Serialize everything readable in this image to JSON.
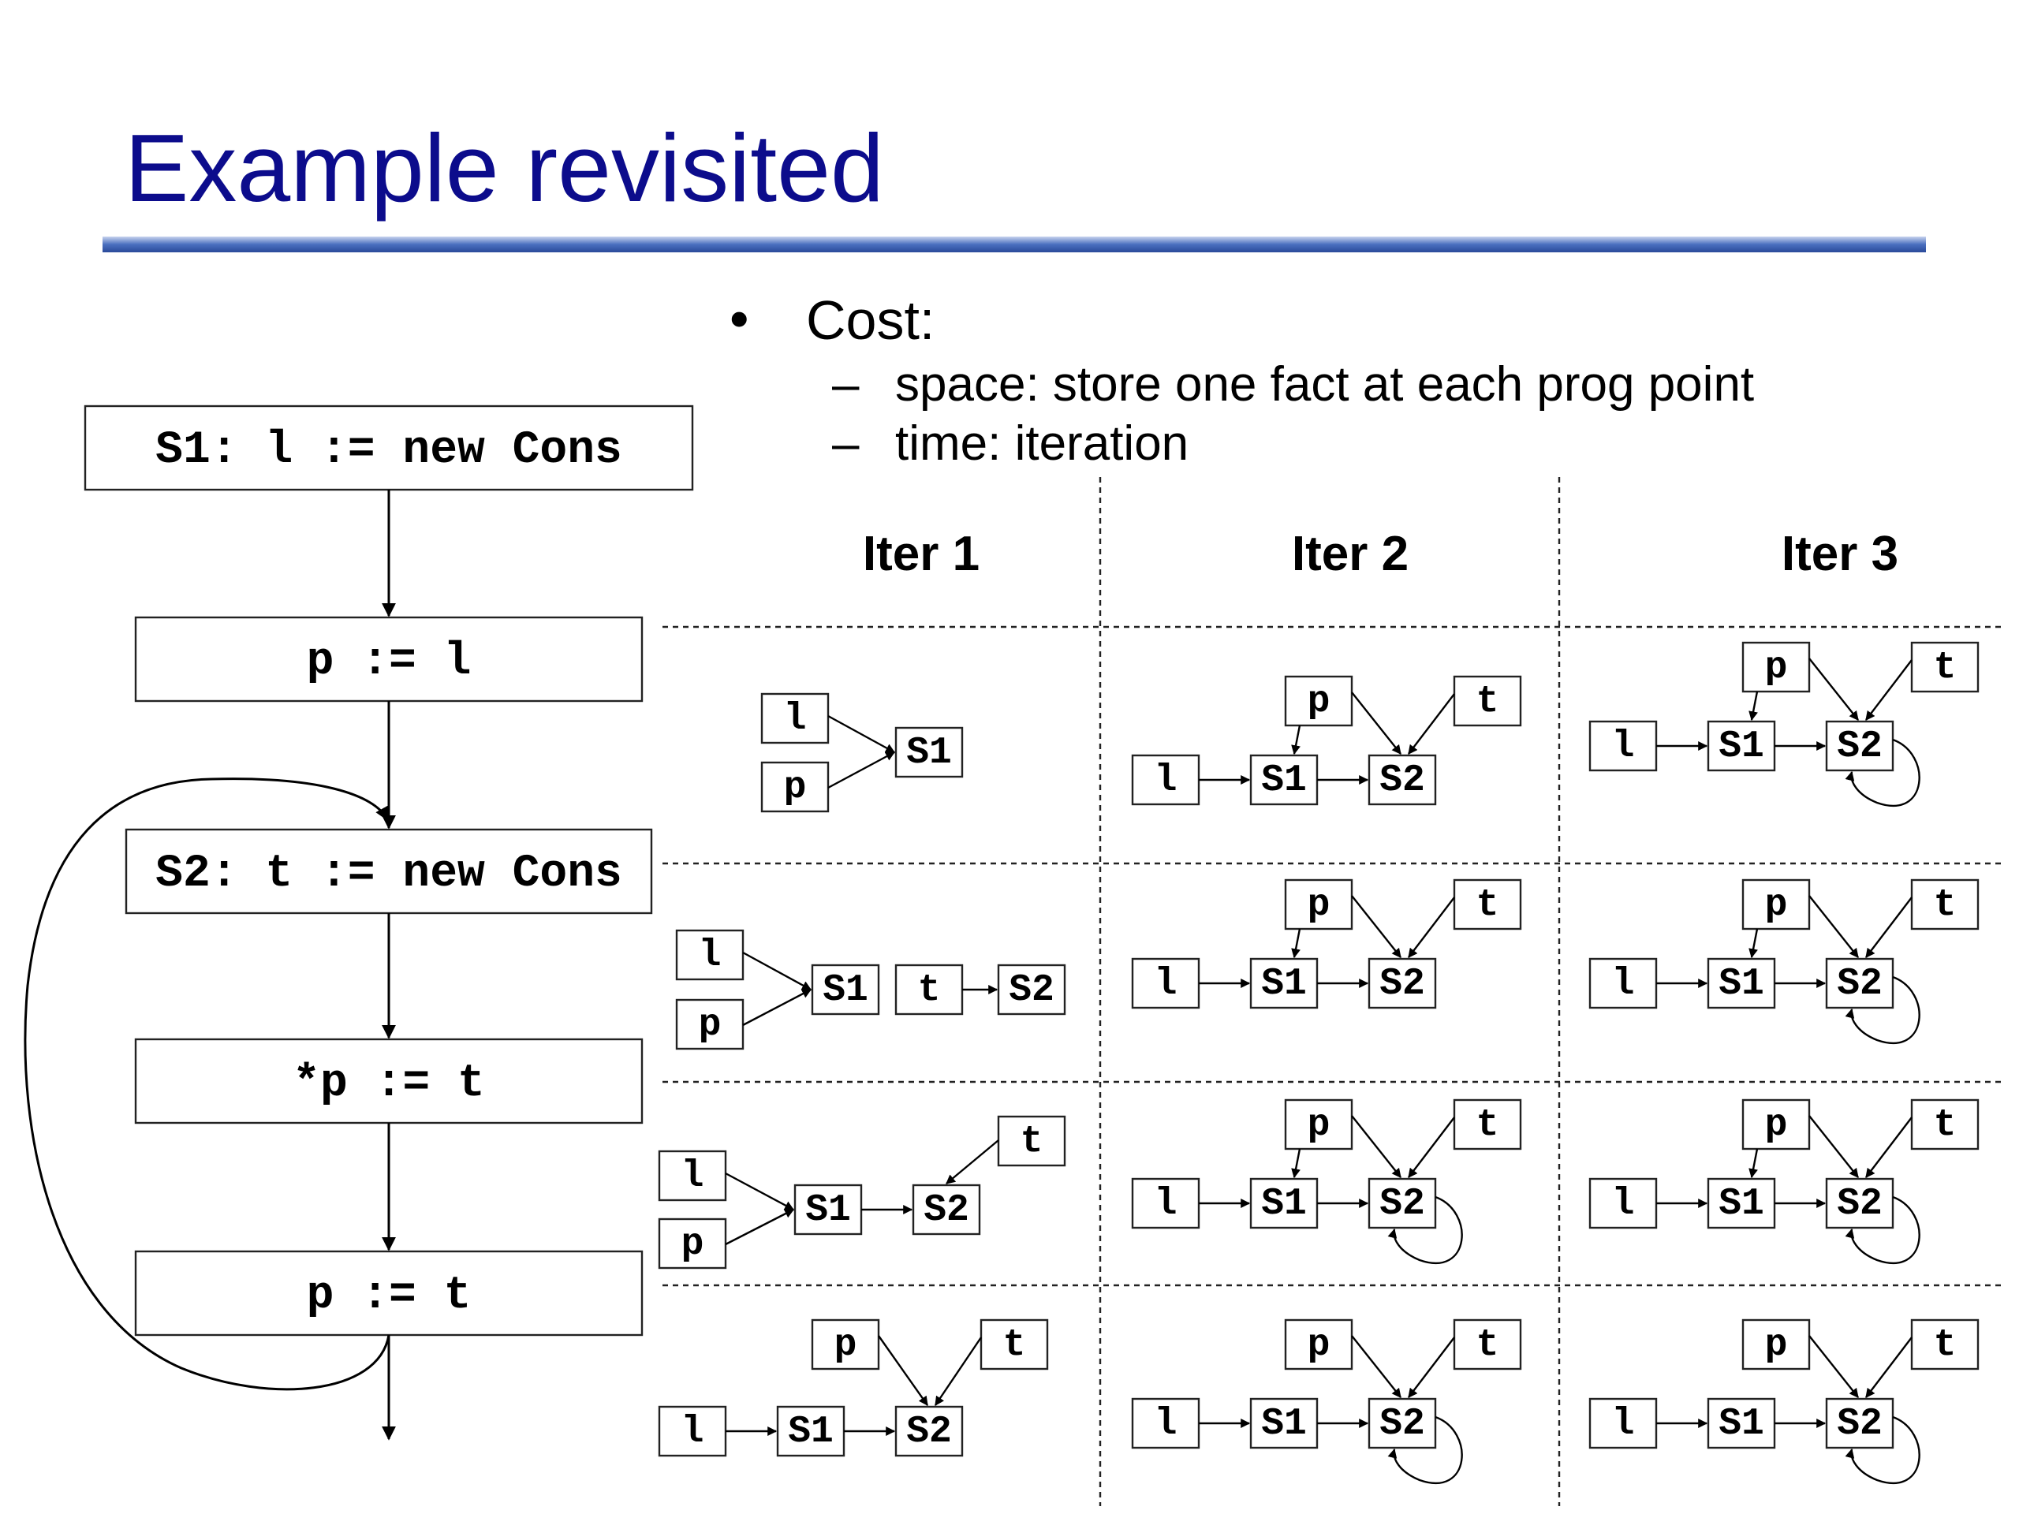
{
  "slide": {
    "title": "Example revisited",
    "title_color": "#0c0c8c",
    "rule_color": "#4a6fbf",
    "bullet_symbol": "•",
    "bullet": "Cost:",
    "dash_symbol": "–",
    "sub_items": [
      "space: store one fact at each prog point",
      "time: iteration"
    ]
  },
  "cfg": {
    "statements": [
      "S1: l := new Cons",
      "p := l",
      "S2: t := new Cons",
      "*p := t",
      "p := t"
    ]
  },
  "iterations": [
    "Iter 1",
    "Iter 2",
    "Iter 3"
  ],
  "graph_labels": {
    "l": "l",
    "p": "p",
    "t": "t",
    "S1": "S1",
    "S2": "S2"
  }
}
